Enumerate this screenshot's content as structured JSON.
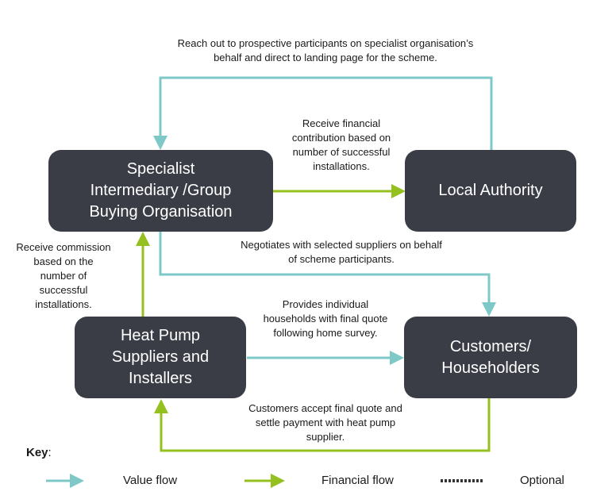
{
  "colors": {
    "value_flow": "#7ec8c8",
    "financial_flow": "#94c11f",
    "box_fill": "#3a3d46",
    "box_text": "#ffffff"
  },
  "nodes": {
    "specialist": "Specialist\nIntermediary /Group\nBuying Organisation",
    "local_authority": "Local Authority",
    "heat_pump": "Heat Pump\nSuppliers and\nInstallers",
    "customers": "Customers/\nHouseholders"
  },
  "flows": [
    {
      "id": "reach-out",
      "from": "local_authority",
      "to": "specialist",
      "type": "value",
      "label": "Reach out to prospective participants on specialist organisation’s\nbehalf and direct to landing page for the scheme."
    },
    {
      "id": "financial-contribution",
      "from": "specialist",
      "to": "local_authority",
      "type": "financial",
      "label": "Receive financial\ncontribution based on\nnumber of successful\ninstallations."
    },
    {
      "id": "negotiates",
      "from": "specialist",
      "to": "customers",
      "type": "value",
      "label": "Negotiates with selected suppliers on behalf\nof scheme participants."
    },
    {
      "id": "commission",
      "from": "heat_pump",
      "to": "specialist",
      "type": "financial",
      "label": "Receive commission\nbased on the\nnumber of\nsuccessful\ninstallations."
    },
    {
      "id": "final-quote",
      "from": "heat_pump",
      "to": "customers",
      "type": "value",
      "label": "Provides individual\nhouseholds with final quote\nfollowing home survey."
    },
    {
      "id": "payment",
      "from": "customers",
      "to": "heat_pump",
      "type": "financial",
      "label": "Customers accept final quote and\nsettle payment with heat pump\nsupplier."
    }
  ],
  "key": {
    "title": "Key",
    "value_flow": "Value flow",
    "financial_flow": "Financial flow",
    "optional": "Optional"
  }
}
